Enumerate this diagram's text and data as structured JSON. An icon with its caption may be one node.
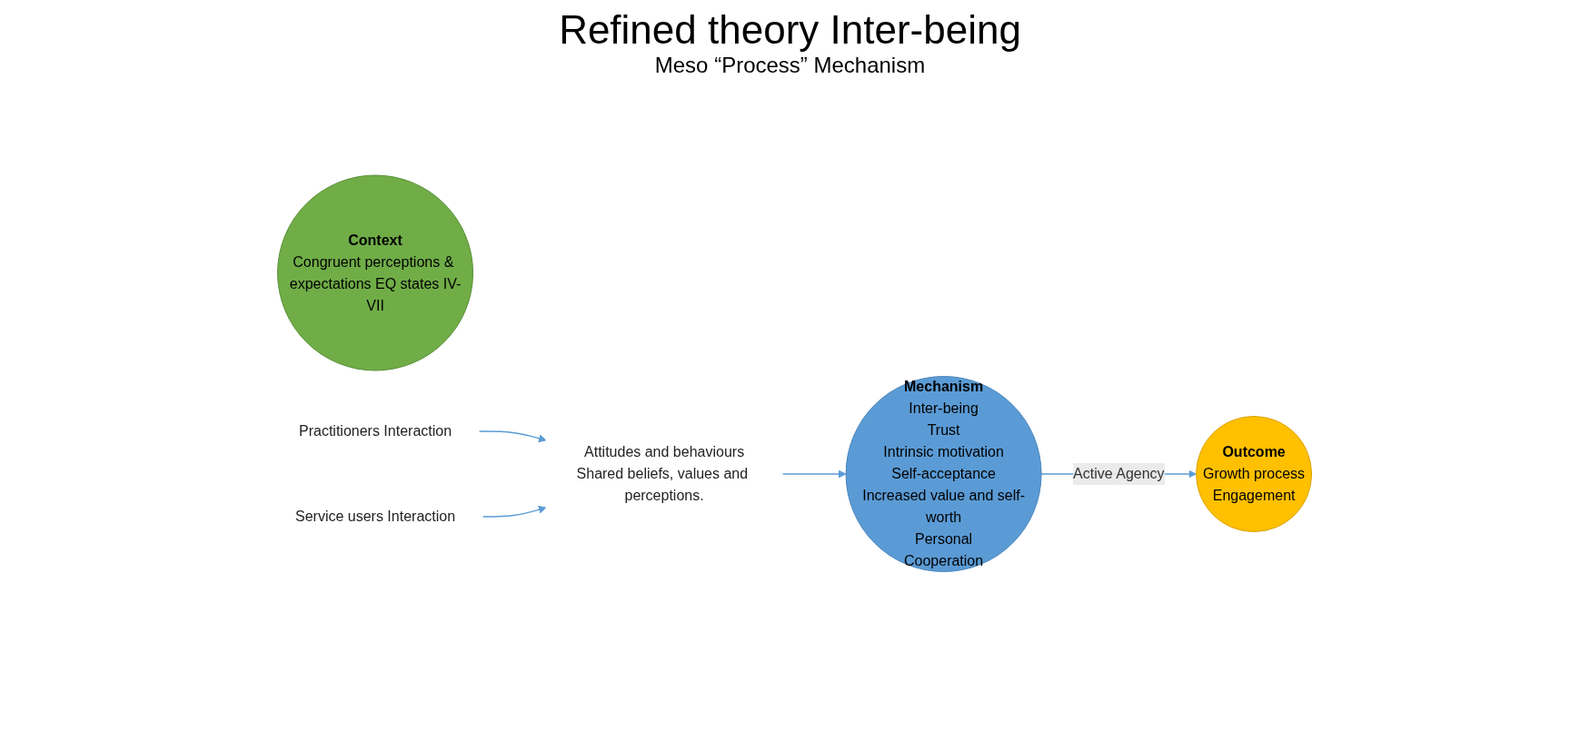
{
  "diagram": {
    "title": "Refined theory Inter-being",
    "nodes": [
      {
        "text": [
          "Context",
          "Congruent perceptions & expectations EQ states IV-VII"
        ]
      },
      {
        "text": [
          "Practitioners Interaction"
        ]
      },
      {
        "text": [
          "Attitudes and behaviours",
          "Shared beliefs, values and perceptions."
        ]
      },
      {
        "text": [
          "Service users Interaction"
        ]
      },
      {
        "text": [
          "Mechanism",
          "Inter-being",
          "Trust",
          "Intrinsic motivation",
          "Self-acceptance",
          "Increased value and self-worth",
          "Personal",
          "Cooperation"
        ]
      },
      {
        "text": [
          "Outcome",
          "Growth process",
          "Engagement"
        ]
      }
    ],
    "edges": [
      {
        "from": 1,
        "to": 2,
        "arrow": "to"
      },
      {
        "from": 3,
        "to": 2,
        "arrow": "to"
      },
      {
        "from": 2,
        "to": 4,
        "arrow": "to"
      },
      {
        "from": 4,
        "to": 5,
        "arrow": "to",
        "label": "Active Agency"
      }
    ],
    "labels": [
      "Meso “Process” Mechanism"
    ]
  }
}
